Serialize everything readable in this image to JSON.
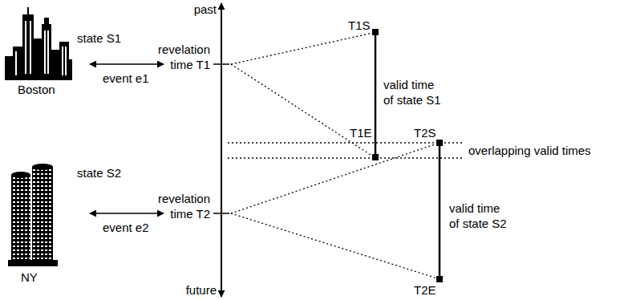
{
  "diagram": {
    "labels": [
      "past",
      "state S1",
      "revelation time T1",
      "T1S",
      "event e1",
      "Boston",
      "valid time of state S1",
      "T1E",
      "T2S",
      "overlapping valid times",
      "state S2",
      "revelation time T2",
      "event e2",
      "valid time of state S2",
      "NY",
      "future",
      "T2E"
    ]
  }
}
